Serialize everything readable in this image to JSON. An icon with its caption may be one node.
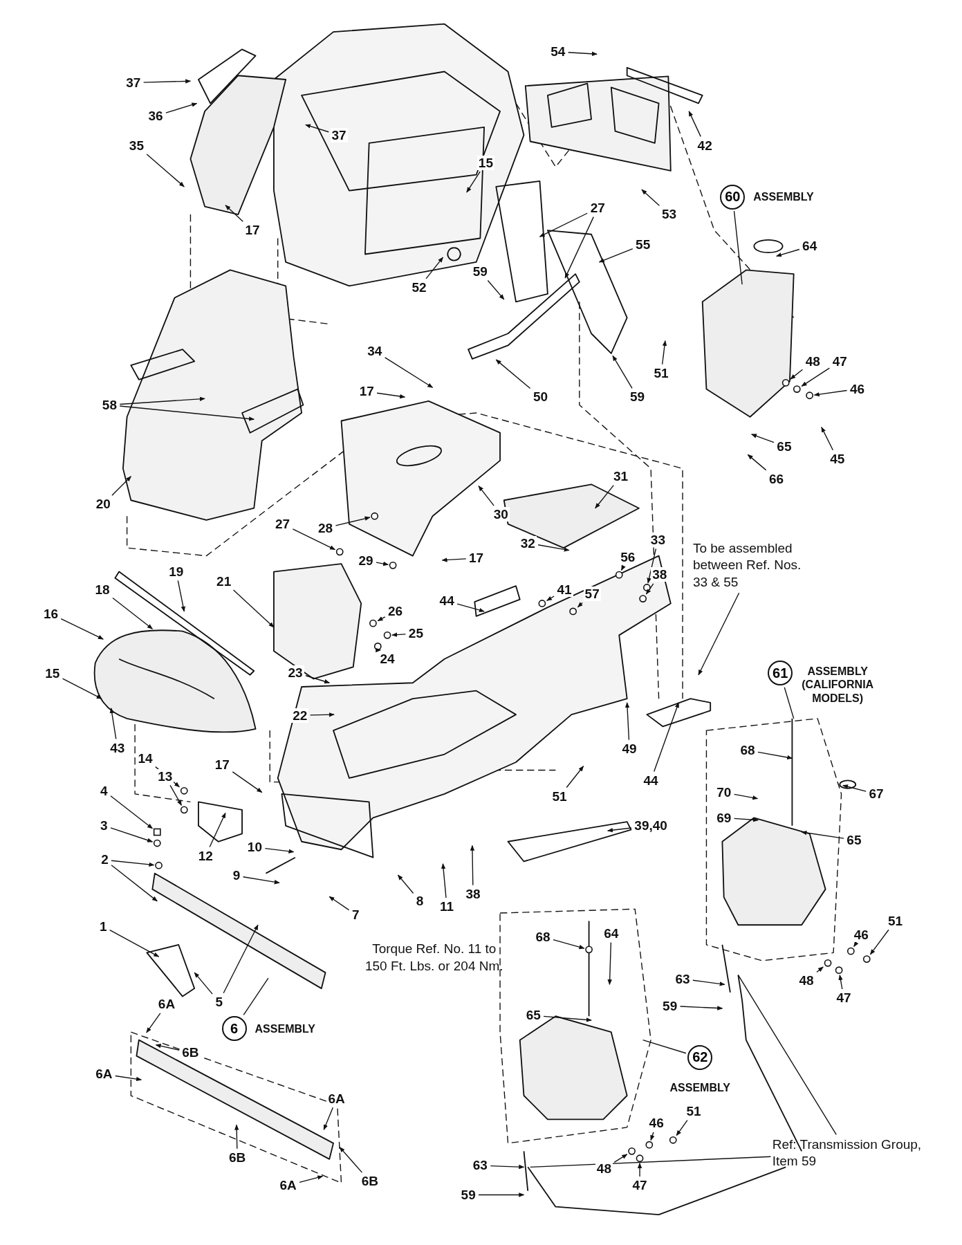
{
  "diagram": {
    "nodes": [
      {
        "text": [
          "37"
        ]
      },
      {
        "text": [
          "36"
        ]
      },
      {
        "text": [
          "35"
        ]
      },
      {
        "text": [
          "37"
        ]
      },
      {
        "text": [
          "17"
        ]
      },
      {
        "text": [
          "54"
        ]
      },
      {
        "text": [
          "42"
        ]
      },
      {
        "text": [
          "15"
        ]
      },
      {
        "text": [
          "27"
        ]
      },
      {
        "text": [
          "53"
        ]
      },
      {
        "text": [
          "55"
        ]
      },
      {
        "text": [
          "52"
        ]
      },
      {
        "text": [
          "59"
        ]
      },
      {
        "text": [
          "51"
        ]
      },
      {
        "text": [
          "59"
        ]
      },
      {
        "text": [
          "50"
        ]
      },
      {
        "text": [
          "60"
        ],
        "beside": [
          "ASSEMBLY"
        ]
      },
      {
        "text": [
          "64"
        ]
      },
      {
        "text": [
          "48"
        ]
      },
      {
        "text": [
          "47"
        ]
      },
      {
        "text": [
          "46"
        ]
      },
      {
        "text": [
          "45"
        ]
      },
      {
        "text": [
          "65"
        ]
      },
      {
        "text": [
          "66"
        ]
      },
      {
        "text": [
          "34"
        ]
      },
      {
        "text": [
          "17"
        ]
      },
      {
        "text": [
          "58"
        ]
      },
      {
        "text": [
          "20"
        ]
      },
      {
        "text": [
          "31"
        ]
      },
      {
        "text": [
          "30"
        ]
      },
      {
        "text": [
          "28"
        ]
      },
      {
        "text": [
          "17"
        ]
      },
      {
        "text": [
          "32"
        ]
      },
      {
        "text": [
          "27"
        ]
      },
      {
        "text": [
          "29"
        ]
      },
      {
        "text": [
          "21"
        ]
      },
      {
        "text": [
          "19"
        ]
      },
      {
        "text": [
          "18"
        ]
      },
      {
        "text": [
          "16"
        ]
      },
      {
        "text": [
          "15"
        ]
      },
      {
        "text": [
          "43"
        ]
      },
      {
        "text": [
          "26"
        ]
      },
      {
        "text": [
          "25"
        ]
      },
      {
        "text": [
          "24"
        ]
      },
      {
        "text": [
          "23"
        ]
      },
      {
        "text": [
          "22"
        ]
      },
      {
        "text": [
          "41"
        ]
      },
      {
        "text": [
          "57"
        ]
      },
      {
        "text": [
          "56"
        ]
      },
      {
        "text": [
          "33"
        ]
      },
      {
        "text": [
          "38"
        ]
      },
      {
        "text": [
          "44"
        ]
      },
      {
        "text": [
          "49"
        ]
      },
      {
        "text": [
          "44"
        ]
      },
      {
        "text": [
          "To be assembled between Ref. Nos. 33 & 55"
        ]
      },
      {
        "text": [
          "51"
        ]
      },
      {
        "text": [
          "17"
        ]
      },
      {
        "text": [
          "14"
        ]
      },
      {
        "text": [
          "13"
        ]
      },
      {
        "text": [
          "4"
        ]
      },
      {
        "text": [
          "3"
        ]
      },
      {
        "text": [
          "2"
        ]
      },
      {
        "text": [
          "12"
        ]
      },
      {
        "text": [
          "10"
        ]
      },
      {
        "text": [
          "9"
        ]
      },
      {
        "text": [
          "7"
        ]
      },
      {
        "text": [
          "8"
        ]
      },
      {
        "text": [
          "11"
        ]
      },
      {
        "text": [
          "38"
        ]
      },
      {
        "text": [
          "39,40"
        ]
      },
      {
        "text": [
          "1"
        ]
      },
      {
        "text": [
          "5"
        ]
      },
      {
        "text": [
          "6"
        ],
        "beside": [
          "ASSEMBLY"
        ]
      },
      {
        "text": [
          "6A"
        ]
      },
      {
        "text": [
          "6B"
        ]
      },
      {
        "text": [
          "6A"
        ]
      },
      {
        "text": [
          "6A"
        ]
      },
      {
        "text": [
          "6B"
        ]
      },
      {
        "text": [
          "6B"
        ]
      },
      {
        "text": [
          "6A"
        ]
      },
      {
        "text": [
          "61"
        ],
        "beside": [
          "ASSEMBLY (CALIFORNIA MODELS)"
        ]
      },
      {
        "text": [
          "68"
        ]
      },
      {
        "text": [
          "67"
        ]
      },
      {
        "text": [
          "70"
        ]
      },
      {
        "text": [
          "69"
        ]
      },
      {
        "text": [
          "65"
        ]
      },
      {
        "text": [
          "46"
        ]
      },
      {
        "text": [
          "51"
        ]
      },
      {
        "text": [
          "48"
        ]
      },
      {
        "text": [
          "47"
        ]
      },
      {
        "text": [
          "63"
        ]
      },
      {
        "text": [
          "59"
        ]
      },
      {
        "text": [
          "68"
        ]
      },
      {
        "text": [
          "64"
        ]
      },
      {
        "text": [
          "65"
        ]
      },
      {
        "text": [
          "62"
        ],
        "beside": [
          "ASSEMBLY"
        ]
      },
      {
        "text": [
          "46"
        ]
      },
      {
        "text": [
          "51"
        ]
      },
      {
        "text": [
          "48"
        ]
      },
      {
        "text": [
          "47"
        ]
      },
      {
        "text": [
          "63"
        ]
      },
      {
        "text": [
          "59"
        ]
      },
      {
        "text": [
          "Ref: Transmission Group, Item 59"
        ]
      },
      {
        "text": [],
        "shape": "circle"
      },
      {
        "text": [],
        "shape": "circle"
      },
      {
        "text": [],
        "shape": "circle"
      },
      {
        "text": [],
        "shape": "circle"
      },
      {
        "text": [],
        "shape": "circle"
      },
      {
        "text": [],
        "shape": "circle"
      },
      {
        "text": [],
        "shape": "circle"
      },
      {
        "text": [],
        "shape": "circle"
      },
      {
        "text": [],
        "shape": "circle"
      },
      {
        "text": [],
        "shape": "circle"
      },
      {
        "text": [],
        "shape": "circle"
      },
      {
        "text": [],
        "shape": "circle"
      },
      {
        "text": [],
        "shape": "circle"
      },
      {
        "text": [],
        "shape": "circle"
      },
      {
        "text": [],
        "shape": "circle"
      },
      {
        "text": [],
        "shape": "circle"
      },
      {
        "text": [],
        "shape": "circle"
      },
      {
        "text": [],
        "shape": "circle"
      },
      {
        "text": [],
        "shape": "circle"
      },
      {
        "text": [],
        "shape": "circle"
      },
      {
        "text": [],
        "shape": "circle"
      },
      {
        "text": [],
        "shape": "circle"
      },
      {
        "text": [],
        "shape": "circle"
      },
      {
        "text": [],
        "shape": "circle"
      },
      {
        "text": [],
        "shape": "circle"
      },
      {
        "text": [],
        "shape": "box"
      },
      {
        "text": [],
        "shape": "circle"
      },
      {
        "text": [],
        "shape": "circle"
      }
    ],
    "edges": [
      {
        "from": 0,
        "to": null,
        "arrow": "to"
      },
      {
        "from": 1,
        "to": null,
        "arrow": "to"
      },
      {
        "from": 2,
        "to": null,
        "arrow": "to"
      },
      {
        "from": 3,
        "to": null,
        "arrow": "to"
      },
      {
        "from": 4,
        "to": null,
        "arrow": "to"
      },
      {
        "from": 5,
        "to": null,
        "arrow": "to"
      },
      {
        "from": 6,
        "to": null,
        "arrow": "to"
      },
      {
        "from": 7,
        "to": null,
        "arrow": "to"
      },
      {
        "from": 8,
        "to": null,
        "arrow": "to"
      },
      {
        "from": 8,
        "to": null,
        "arrow": "to"
      },
      {
        "from": 9,
        "to": null,
        "arrow": "to"
      },
      {
        "from": 10,
        "to": null,
        "arrow": "to"
      },
      {
        "from": 11,
        "to": null,
        "arrow": "to"
      },
      {
        "from": 12,
        "to": null,
        "arrow": "to"
      },
      {
        "from": 13,
        "to": null,
        "arrow": "to"
      },
      {
        "from": 14,
        "to": null,
        "arrow": "to"
      },
      {
        "from": 15,
        "to": null,
        "arrow": "to"
      },
      {
        "from": 16,
        "to": null,
        "arrow": "none"
      },
      {
        "from": 17,
        "to": null,
        "arrow": "to"
      },
      {
        "from": 18,
        "to": 103,
        "arrow": "to"
      },
      {
        "from": 19,
        "to": 104,
        "arrow": "to"
      },
      {
        "from": 20,
        "to": 105,
        "arrow": "to"
      },
      {
        "from": 21,
        "to": null,
        "arrow": "to"
      },
      {
        "from": 22,
        "to": null,
        "arrow": "to"
      },
      {
        "from": 23,
        "to": null,
        "arrow": "to"
      },
      {
        "from": 24,
        "to": null,
        "arrow": "to"
      },
      {
        "from": 25,
        "to": null,
        "arrow": "to"
      },
      {
        "from": 26,
        "to": null,
        "arrow": "to"
      },
      {
        "from": 26,
        "to": null,
        "arrow": "to"
      },
      {
        "from": 27,
        "to": null,
        "arrow": "to"
      },
      {
        "from": 28,
        "to": null,
        "arrow": "to"
      },
      {
        "from": 29,
        "to": null,
        "arrow": "to"
      },
      {
        "from": 30,
        "to": 106,
        "arrow": "to"
      },
      {
        "from": 31,
        "to": null,
        "arrow": "to"
      },
      {
        "from": 32,
        "to": null,
        "arrow": "to"
      },
      {
        "from": 33,
        "to": 107,
        "arrow": "to"
      },
      {
        "from": 34,
        "to": 108,
        "arrow": "to"
      },
      {
        "from": 35,
        "to": null,
        "arrow": "to"
      },
      {
        "from": 36,
        "to": null,
        "arrow": "to"
      },
      {
        "from": 37,
        "to": null,
        "arrow": "to"
      },
      {
        "from": 38,
        "to": null,
        "arrow": "to"
      },
      {
        "from": 39,
        "to": null,
        "arrow": "to"
      },
      {
        "from": 40,
        "to": null,
        "arrow": "to"
      },
      {
        "from": 41,
        "to": 109,
        "arrow": "to"
      },
      {
        "from": 42,
        "to": 110,
        "arrow": "to"
      },
      {
        "from": 43,
        "to": 111,
        "arrow": "to"
      },
      {
        "from": 44,
        "to": null,
        "arrow": "to"
      },
      {
        "from": 45,
        "to": null,
        "arrow": "to"
      },
      {
        "from": 46,
        "to": 112,
        "arrow": "to"
      },
      {
        "from": 47,
        "to": 113,
        "arrow": "to"
      },
      {
        "from": 48,
        "to": 114,
        "arrow": "to"
      },
      {
        "from": 49,
        "to": 115,
        "arrow": "to"
      },
      {
        "from": 50,
        "to": 116,
        "arrow": "to"
      },
      {
        "from": 51,
        "to": null,
        "arrow": "to"
      },
      {
        "from": 52,
        "to": null,
        "arrow": "to"
      },
      {
        "from": 53,
        "to": null,
        "arrow": "to"
      },
      {
        "from": 54,
        "to": null,
        "arrow": "to"
      },
      {
        "from": 55,
        "to": null,
        "arrow": "to"
      },
      {
        "from": 56,
        "to": null,
        "arrow": "to"
      },
      {
        "from": 57,
        "to": 117,
        "arrow": "to"
      },
      {
        "from": 58,
        "to": 118,
        "arrow": "to"
      },
      {
        "from": 59,
        "to": 128,
        "arrow": "to"
      },
      {
        "from": 60,
        "to": 129,
        "arrow": "to"
      },
      {
        "from": 61,
        "to": 130,
        "arrow": "to"
      },
      {
        "from": 61,
        "to": null,
        "arrow": "to"
      },
      {
        "from": 62,
        "to": null,
        "arrow": "to"
      },
      {
        "from": 63,
        "to": null,
        "arrow": "to"
      },
      {
        "from": 64,
        "to": null,
        "arrow": "to"
      },
      {
        "from": 65,
        "to": null,
        "arrow": "to"
      },
      {
        "from": 66,
        "to": null,
        "arrow": "to"
      },
      {
        "from": 67,
        "to": null,
        "arrow": "to"
      },
      {
        "from": 68,
        "to": null,
        "arrow": "to"
      },
      {
        "from": 69,
        "to": null,
        "arrow": "to"
      },
      {
        "from": 70,
        "to": null,
        "arrow": "to"
      },
      {
        "from": 71,
        "to": null,
        "arrow": "to"
      },
      {
        "from": 71,
        "to": null,
        "arrow": "to"
      },
      {
        "from": 72,
        "to": null,
        "arrow": "none"
      },
      {
        "from": 73,
        "to": null,
        "arrow": "to"
      },
      {
        "from": 74,
        "to": null,
        "arrow": "to"
      },
      {
        "from": 75,
        "to": null,
        "arrow": "to"
      },
      {
        "from": 76,
        "to": null,
        "arrow": "to"
      },
      {
        "from": 77,
        "to": null,
        "arrow": "to"
      },
      {
        "from": 78,
        "to": null,
        "arrow": "to"
      },
      {
        "from": 79,
        "to": null,
        "arrow": "to"
      },
      {
        "from": 80,
        "to": null,
        "arrow": "none"
      },
      {
        "from": 81,
        "to": null,
        "arrow": "to"
      },
      {
        "from": 82,
        "to": null,
        "arrow": "to"
      },
      {
        "from": 83,
        "to": null,
        "arrow": "to"
      },
      {
        "from": 84,
        "to": null,
        "arrow": "to"
      },
      {
        "from": 85,
        "to": null,
        "arrow": "to"
      },
      {
        "from": 86,
        "to": 119,
        "arrow": "to"
      },
      {
        "from": 87,
        "to": 120,
        "arrow": "to"
      },
      {
        "from": 88,
        "to": 121,
        "arrow": "to"
      },
      {
        "from": 89,
        "to": 122,
        "arrow": "to"
      },
      {
        "from": 90,
        "to": null,
        "arrow": "to"
      },
      {
        "from": 91,
        "to": null,
        "arrow": "to"
      },
      {
        "from": 92,
        "to": 123,
        "arrow": "to"
      },
      {
        "from": 93,
        "to": null,
        "arrow": "to"
      },
      {
        "from": 94,
        "to": null,
        "arrow": "to"
      },
      {
        "from": 95,
        "to": null,
        "arrow": "none"
      },
      {
        "from": 96,
        "to": 124,
        "arrow": "to"
      },
      {
        "from": 97,
        "to": 125,
        "arrow": "to"
      },
      {
        "from": 98,
        "to": 126,
        "arrow": "to"
      },
      {
        "from": 99,
        "to": 127,
        "arrow": "to"
      },
      {
        "from": 100,
        "to": null,
        "arrow": "to"
      },
      {
        "from": 101,
        "to": null,
        "arrow": "to"
      },
      {
        "from": 102,
        "to": null,
        "arrow": "none"
      },
      {
        "from": 102,
        "to": null,
        "arrow": "none"
      }
    ],
    "labels": [
      "Torque Ref. No. 11 to 150 Ft. Lbs. or 204 Nm."
    ]
  }
}
